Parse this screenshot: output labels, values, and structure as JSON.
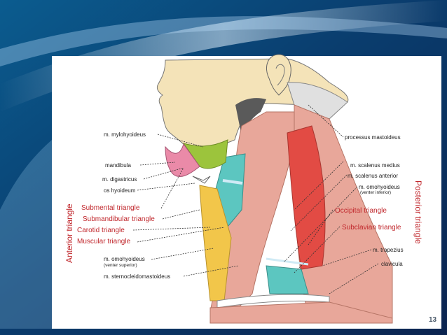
{
  "labels": {
    "mylohyoideus": "m. mylohyoideus",
    "mandibula": "mandibula",
    "digastricus": "m. digastricus",
    "os_hyoideum": "os hyoideum",
    "omohyoideus_superior": "m. omohyoideus",
    "omohyoideus_superior_sub": "(venter superior)",
    "sternocleidomastoideus": "m. sternocleidomastoideus",
    "processus_mastoideus": "processus mastoideus",
    "scalenus_medius": "m. scalenus medius",
    "scalenus_anterior": "m. scalenus anterior",
    "omohyoideus_inferior": "m. omohyoideus",
    "omohyoideus_inferior_sub": "(venter inferior)",
    "trapezius": "m. trapezius",
    "clavicula": "clavicula"
  },
  "triangles": {
    "submental": "Submental triangle",
    "submandibular": "Submandibular triangle",
    "carotid": "Carotid triangle",
    "muscular": "Muscular triangle",
    "occipital": "Occipital triangle",
    "subclavian": "Subclavian triangle"
  },
  "regions": {
    "anterior": "Anterior triangle",
    "posterior": "Posterior triangle"
  },
  "page_number": "13",
  "colors": {
    "muscle": "#e8a79a",
    "green": "#9cc43c",
    "teal": "#5cc6c0",
    "yellow": "#f2c64a",
    "red_region": "#e24b44",
    "label_red": "#c0262b",
    "skin": "#f4e3b8"
  }
}
